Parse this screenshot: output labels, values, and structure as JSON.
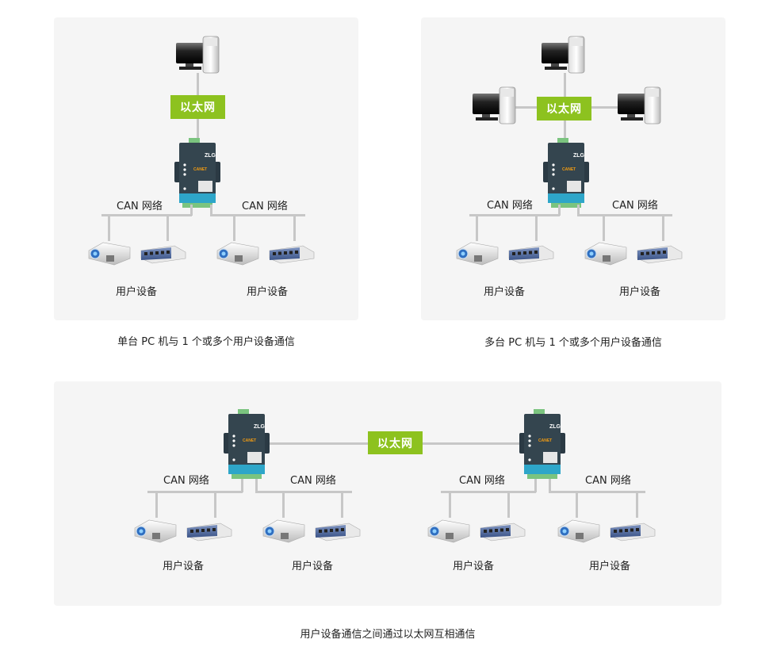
{
  "colors": {
    "ethernet_label_bg": "#8dc21f",
    "panel_bg": "#f5f5f5",
    "line": "#c7c7c7"
  },
  "labels": {
    "ethernet": "以太网",
    "can_network": "CAN 网络",
    "user_device": "用户设备"
  },
  "diagrams": [
    {
      "caption": "单台 PC 机与 1 个或多个用户设备通信",
      "pcs": 1,
      "gateways": 1
    },
    {
      "caption": "多台 PC 机与 1 个或多个用户设备通信",
      "pcs": 3,
      "gateways": 1
    },
    {
      "caption": "用户设备通信之间通过以太网互相通信",
      "pcs": 0,
      "gateways": 2
    }
  ],
  "gateway": {
    "brand": "ZLG",
    "model": "CANET"
  },
  "icons": [
    "desktop-pc-icon",
    "can-ethernet-gateway-icon",
    "projector-device-icon",
    "hub-device-icon"
  ]
}
